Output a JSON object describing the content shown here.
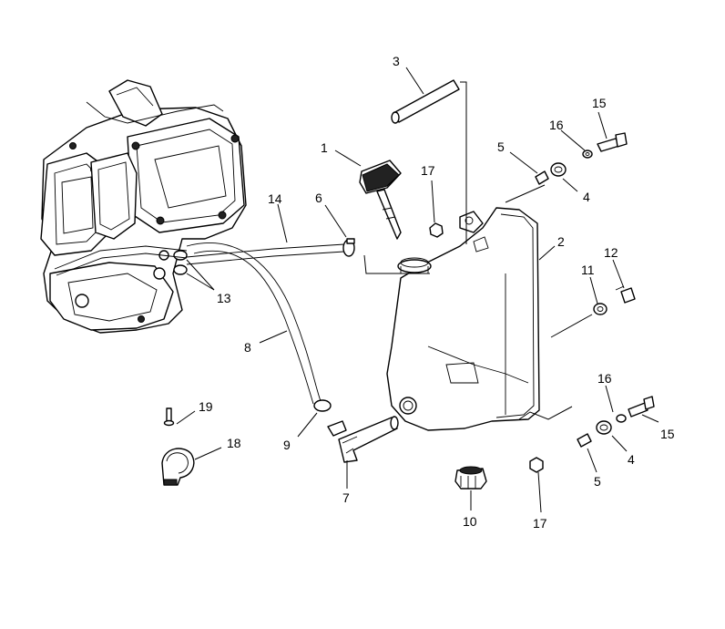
{
  "diagram": {
    "labels": {
      "hose_3": "3",
      "cap_1": "1",
      "nut_17_top": "17",
      "clamp_5_top": "5",
      "grommet_4_top": "4",
      "washer_16_top": "16",
      "bolt_15_top": "15",
      "clamp_6": "6",
      "hose_14": "14",
      "tank_2": "2",
      "bolt_12": "12",
      "washer_11": "11",
      "clamps_13": "13",
      "hose_8": "8",
      "washer_16_bottom": "16",
      "bolt_15_bottom": "15",
      "grommet_4_bottom": "4",
      "clamp_5_bottom": "5",
      "rivet_19": "19",
      "clamp_18": "18",
      "clamp_9": "9",
      "elbow_7": "7",
      "drain_plug_10": "10",
      "nut_17_bottom": "17"
    }
  }
}
